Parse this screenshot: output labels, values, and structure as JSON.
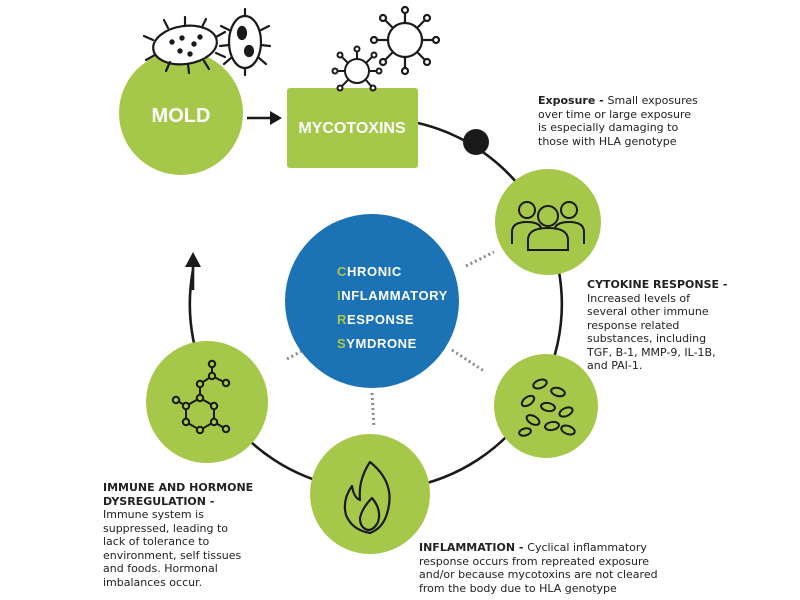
{
  "mold_label": "MOLD",
  "mycotoxins_label": "MYCOTOXINS",
  "center": {
    "lines": [
      {
        "initial": "C",
        "rest": "HRONIC"
      },
      {
        "initial": "I",
        "rest": "NFLAMMATORY"
      },
      {
        "initial": "R",
        "rest": "ESPONSE"
      },
      {
        "initial": "S",
        "rest": "YMDRONE"
      }
    ]
  },
  "exposure": {
    "title": "Exposure - ",
    "lines": [
      "Small exposures",
      "over time or large exposure",
      "is especially damaging to",
      "those with HLA genotype"
    ]
  },
  "cytokine": {
    "title": "CYTOKINE RESPONSE -",
    "lines": [
      "Increased levels of",
      "several other immune",
      "response related",
      "substances, including",
      "TGF, B-1, MMP-9, IL-1B,",
      "and PAI-1."
    ]
  },
  "inflammation": {
    "title": "INFLAMMATION  - ",
    "lines": [
      "Cyclical inflammatory",
      "response occurs from repreated exposure",
      "and/or because mycotoxins are not cleared",
      "from the body due to HLA genotype"
    ]
  },
  "immune": {
    "title_lines": [
      "IMMUNE AND HORMONE",
      "DYSREGULATION -"
    ],
    "lines": [
      "Immune system is",
      "suppressed, leading to",
      "lack of tolerance to",
      "environment, self tissues",
      "and foods. Hormonal",
      "imbalances occur."
    ]
  },
  "colors": {
    "green": "#a6c84a",
    "blue": "#1b73b5",
    "dark": "#1a1a1a"
  },
  "icons": [
    "bacteria-icon",
    "virus-icon",
    "people-icon",
    "cells-icon",
    "flame-icon",
    "molecule-icon"
  ]
}
